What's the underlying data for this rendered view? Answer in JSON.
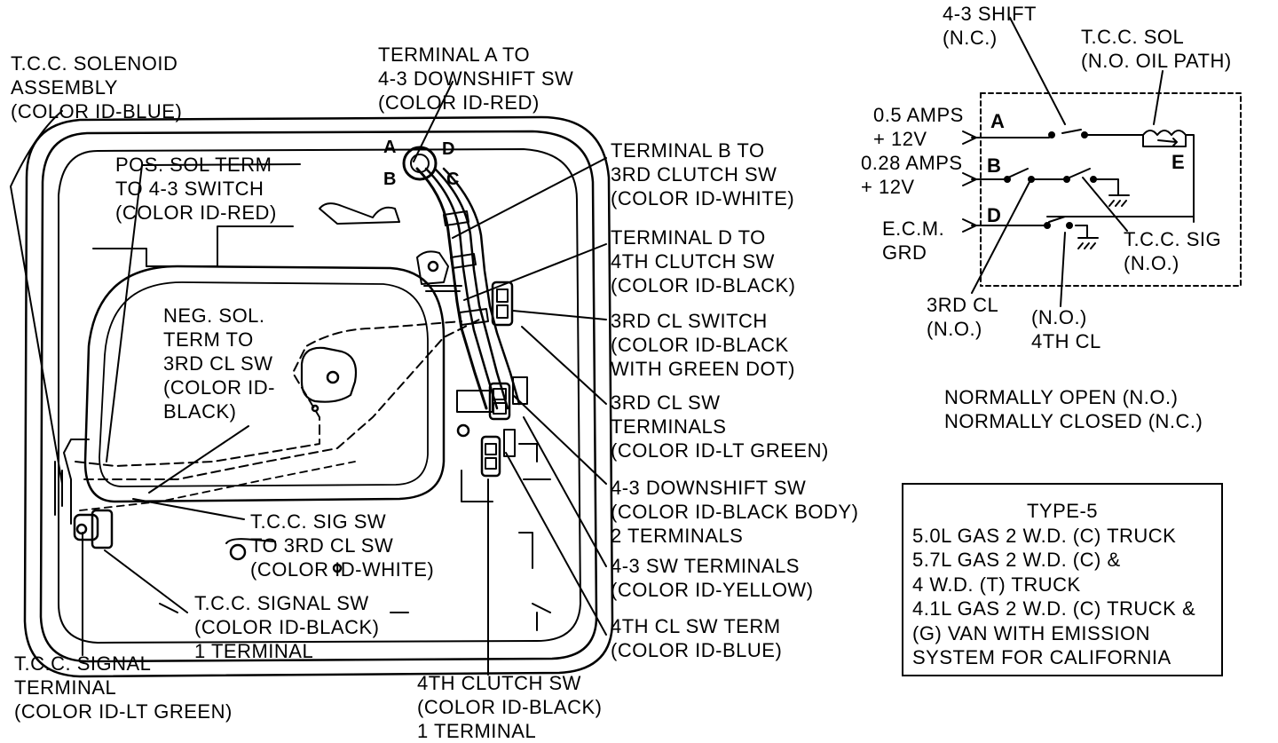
{
  "left": {
    "tcc_solenoid_assembly": [
      "T.C.C. SOLENOID",
      "ASSEMBLY",
      "(COLOR ID-BLUE)"
    ],
    "pos_sol_term": [
      "POS. SOL TERM",
      "TO 4-3 SWITCH",
      "(COLOR ID-RED)"
    ],
    "neg_sol_term": [
      "NEG. SOL.",
      "TERM TO",
      "3RD CL SW",
      "(COLOR ID-",
      "BLACK)"
    ],
    "terminal_a": [
      "TERMINAL A TO",
      "4-3 DOWNSHIFT SW",
      "(COLOR ID-RED)"
    ],
    "terminal_b": [
      "TERMINAL B TO",
      "3RD CLUTCH SW",
      "(COLOR ID-WHITE)"
    ],
    "terminal_d": [
      "TERMINAL D TO",
      "4TH CLUTCH SW",
      "(COLOR ID-BLACK)"
    ],
    "third_cl_switch": [
      "3RD CL SWITCH",
      "(COLOR ID-BLACK",
      "WITH GREEN DOT)"
    ],
    "third_cl_sw_terminals": [
      "3RD CL SW",
      "TERMINALS",
      "(COLOR ID-LT GREEN)"
    ],
    "downshift_sw": [
      "4-3 DOWNSHIFT SW",
      "(COLOR ID-BLACK BODY)",
      "2 TERMINALS"
    ],
    "sw_43_terminals": [
      "4-3 SW TERMINALS",
      "(COLOR ID-YELLOW)"
    ],
    "fourth_cl_sw_term": [
      "4TH CL SW TERM",
      "(COLOR ID-BLUE)"
    ],
    "tcc_sig_sw": [
      "T.C.C. SIG SW",
      "TO 3RD CL SW",
      "(COLOR ID-WHITE)"
    ],
    "tcc_signal_sw": [
      "T.C.C. SIGNAL SW",
      "(COLOR ID-BLACK)",
      "1 TERMINAL"
    ],
    "tcc_signal_terminal": [
      "T.C.C. SIGNAL",
      "TERMINAL",
      "(COLOR ID-LT GREEN)"
    ],
    "fourth_clutch_sw": [
      "4TH CLUTCH SW",
      "(COLOR ID-BLACK)",
      "1 TERMINAL"
    ],
    "connector_letters": {
      "a": "A",
      "b": "B",
      "c": "C",
      "d": "D"
    }
  },
  "schematic": {
    "shift_43": [
      "4-3 SHIFT",
      "(N.C.)"
    ],
    "tcc_sol": [
      "T.C.C. SOL",
      "(N.O. OIL PATH)"
    ],
    "amps_05": [
      "0.5 AMPS",
      "+ 12V"
    ],
    "amps_028": [
      "0.28 AMPS",
      "+ 12V"
    ],
    "ecm": [
      "E.C.M.",
      "GRD"
    ],
    "tcc_sig": [
      "T.C.C. SIG",
      "(N.O.)"
    ],
    "third_cl": [
      "3RD CL",
      "(N.O.)"
    ],
    "fourth_cl": [
      "(N.O.)",
      "4TH CL"
    ],
    "terminals": {
      "a": "A",
      "b": "B",
      "d": "D",
      "e": "E"
    }
  },
  "legend": [
    "NORMALLY OPEN (N.O.)",
    "NORMALLY CLOSED (N.C.)"
  ],
  "type_box": {
    "title": "TYPE-5",
    "lines": [
      "5.0L GAS 2 W.D. (C) TRUCK",
      "5.7L GAS 2 W.D. (C) &",
      "4 W.D. (T) TRUCK",
      "4.1L GAS 2 W.D. (C) TRUCK &",
      "(G) VAN WITH EMISSION",
      "SYSTEM FOR CALIFORNIA"
    ]
  }
}
